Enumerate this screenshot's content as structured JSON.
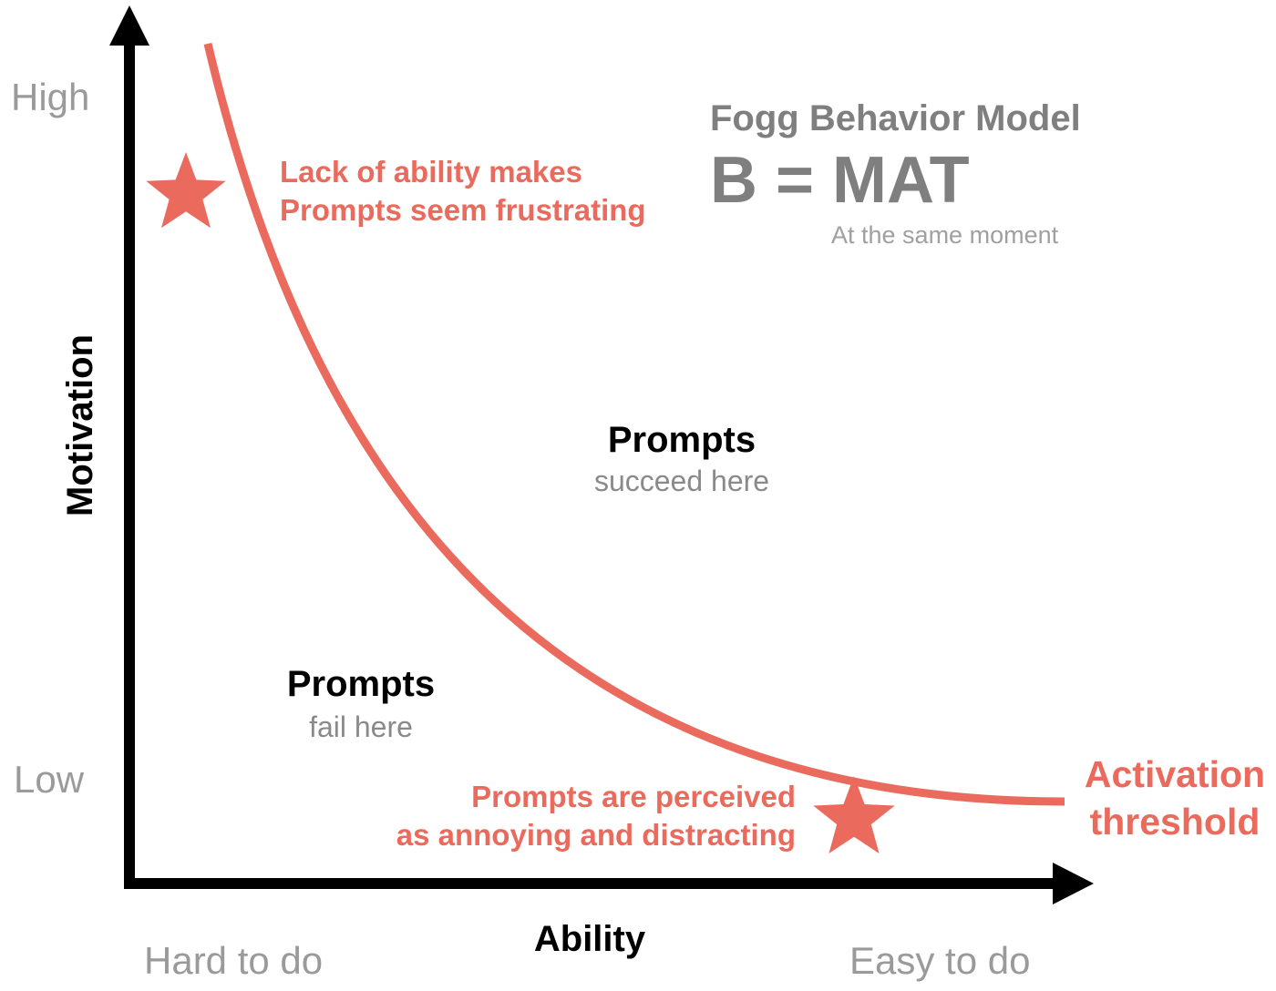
{
  "colors": {
    "accent": "#ea6b5d",
    "axis": "#000000",
    "muted_text": "#9a9a9a",
    "model_text": "#7f7f7f"
  },
  "axes": {
    "y_title": "Motivation",
    "y_high": "High",
    "y_low": "Low",
    "x_title": "Ability",
    "x_low": "Hard to do",
    "x_high": "Easy to do"
  },
  "model": {
    "title": "Fogg Behavior Model",
    "formula": "B = MAT",
    "subtitle": "At the same moment"
  },
  "regions": {
    "success": {
      "title": "Prompts",
      "subtitle": "succeed here"
    },
    "failure": {
      "title": "Prompts",
      "subtitle": "fail here"
    }
  },
  "notes": {
    "top_left": {
      "line1": "Lack of ability makes",
      "line2": "Prompts seem frustrating",
      "icon": "star-icon"
    },
    "bottom_right": {
      "line1": "Prompts are perceived",
      "line2": "as annoying and distracting",
      "icon": "star-icon"
    }
  },
  "threshold": {
    "line1": "Activation",
    "line2": "threshold"
  }
}
